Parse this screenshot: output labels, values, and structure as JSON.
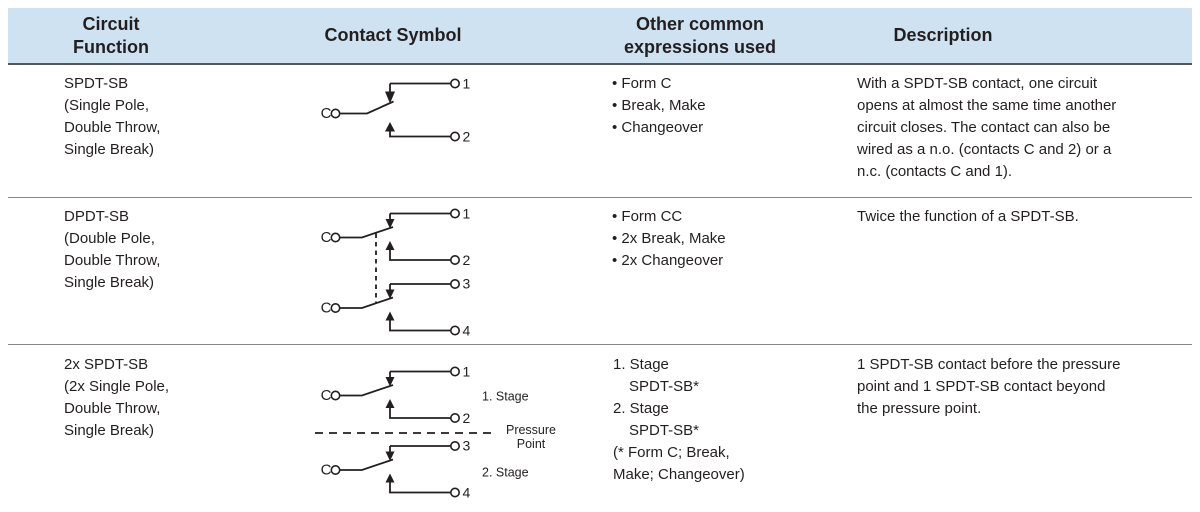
{
  "header": {
    "col1": "Circuit\nFunction",
    "col2": "Contact Symbol",
    "col3": "Other common\nexpressions used",
    "col4": "Description"
  },
  "rows": [
    {
      "function": "SPDT-SB\n(Single Pole,\nDouble Throw,\nSingle Break)",
      "expressions": [
        "• Form C",
        "• Break, Make",
        "• Changeover"
      ],
      "description": "With a SPDT-SB contact, one circuit\nopens at almost the same time another\ncircuit closes. The contact can also be\nwired as a n.o. (contacts C and 2) or a\nn.c. (contacts C and 1).",
      "symbol": {
        "common": "C",
        "contact1": "1",
        "contact2": "2"
      }
    },
    {
      "function": "DPDT-SB\n(Double Pole,\nDouble Throw,\nSingle Break)",
      "expressions": [
        "• Form CC",
        "• 2x Break, Make",
        "• 2x Changeover"
      ],
      "description": "Twice the function of a SPDT-SB.",
      "symbol": {
        "common1": "C",
        "common2": "C",
        "contact1": "1",
        "contact2": "2",
        "contact3": "3",
        "contact4": "4"
      }
    },
    {
      "function": "2x SPDT-SB\n(2x Single Pole,\nDouble Throw,\nSingle Break)",
      "expressions": [
        "1. Stage",
        "SPDT-SB*",
        "2. Stage",
        "SPDT-SB*",
        "(* Form C; Break,",
        "Make; Changeover)"
      ],
      "description": "1 SPDT-SB contact before the pressure\npoint and 1 SPDT-SB contact beyond\nthe pressure point.",
      "symbol": {
        "common1": "C",
        "common2": "C",
        "contact1": "1",
        "contact2": "2",
        "contact3": "3",
        "contact4": "4",
        "stage1": "1. Stage",
        "stage2": "2. Stage",
        "pressure1": "Pressure",
        "pressure2": "Point"
      }
    }
  ],
  "colors": {
    "header_bg": "#cfe2f1",
    "header_rule": "#51575d",
    "row_rule": "#84888c",
    "text": "#231f20"
  }
}
